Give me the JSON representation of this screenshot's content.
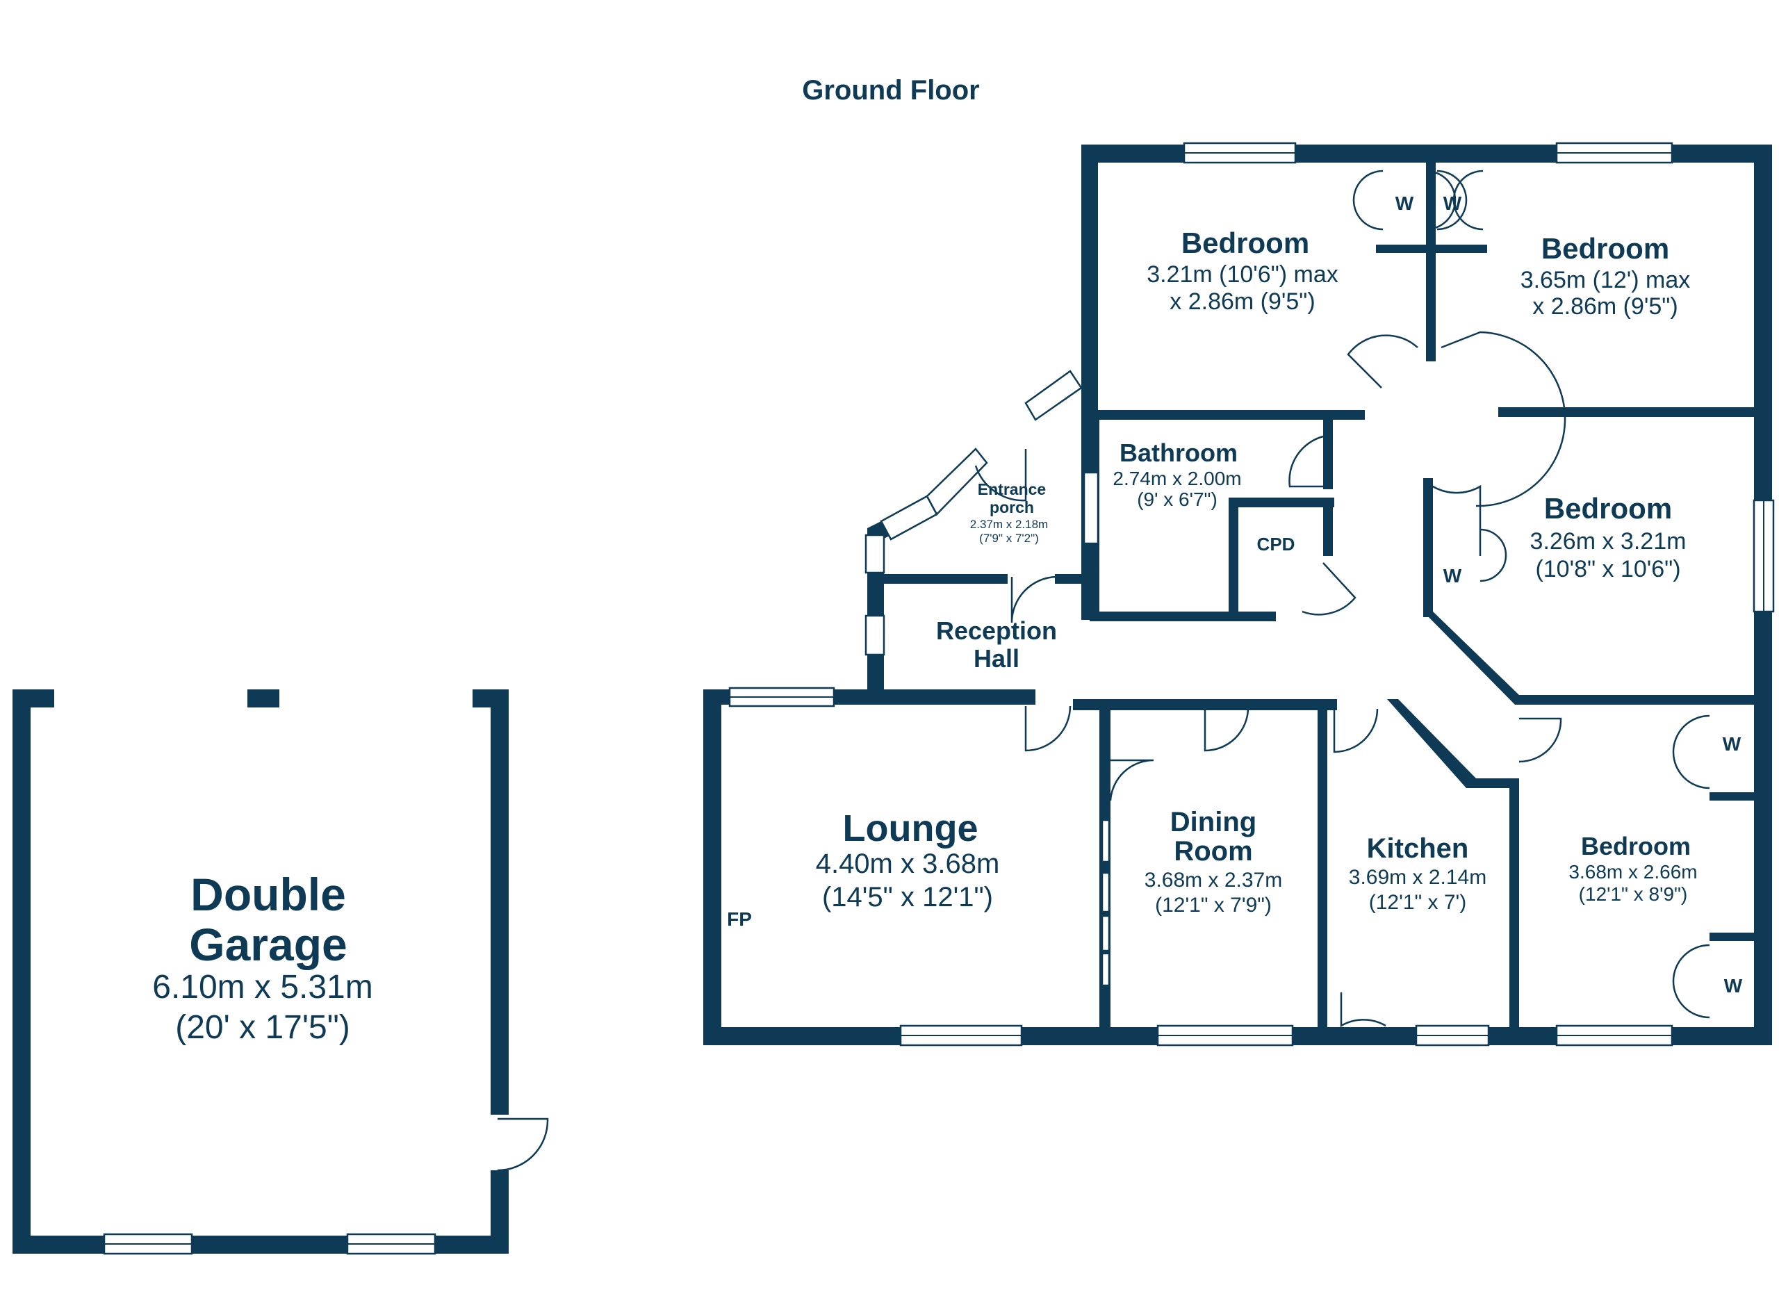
{
  "title": "Ground Floor",
  "colors": {
    "wall": "#0e3a56",
    "background": "#ffffff",
    "text": "#0e3a56"
  },
  "rooms": {
    "bedroom1": {
      "name": "Bedroom",
      "dims": [
        "3.21m (10'6\") max",
        "x 2.86m (9'5\")"
      ]
    },
    "bedroom2": {
      "name": "Bedroom",
      "dims": [
        "3.65m (12') max",
        "x 2.86m (9'5\")"
      ]
    },
    "bedroom3": {
      "name": "Bedroom",
      "dims": [
        "3.26m x 3.21m",
        "(10'8\" x 10'6\")"
      ]
    },
    "bedroom4": {
      "name": "Bedroom",
      "dims": [
        "3.68m x 2.66m",
        "(12'1\" x 8'9\")"
      ]
    },
    "bathroom": {
      "name": "Bathroom",
      "dims": [
        "2.74m x 2.00m",
        "(9' x 6'7\")"
      ]
    },
    "porch": {
      "name": [
        "Entrance",
        "porch"
      ],
      "dims": [
        "2.37m x 2.18m",
        "(7'9\" x 7'2\")"
      ]
    },
    "hall": {
      "name": [
        "Reception",
        "Hall"
      ]
    },
    "lounge": {
      "name": "Lounge",
      "dims": [
        "4.40m x 3.68m",
        "(14'5\" x 12'1\")"
      ]
    },
    "dining": {
      "name": [
        "Dining",
        "Room"
      ],
      "dims": [
        "3.68m x 2.37m",
        "(12'1\" x 7'9\")"
      ]
    },
    "kitchen": {
      "name": "Kitchen",
      "dims": [
        "3.69m x 2.14m",
        "(12'1\" x 7')"
      ]
    },
    "garage": {
      "name": [
        "Double",
        "Garage"
      ],
      "dims": [
        "6.10m x 5.31m",
        "(20' x 17'5\")"
      ]
    }
  },
  "markers": {
    "wardrobe": "W",
    "cupboard": "CPD",
    "fireplace": "FP"
  }
}
